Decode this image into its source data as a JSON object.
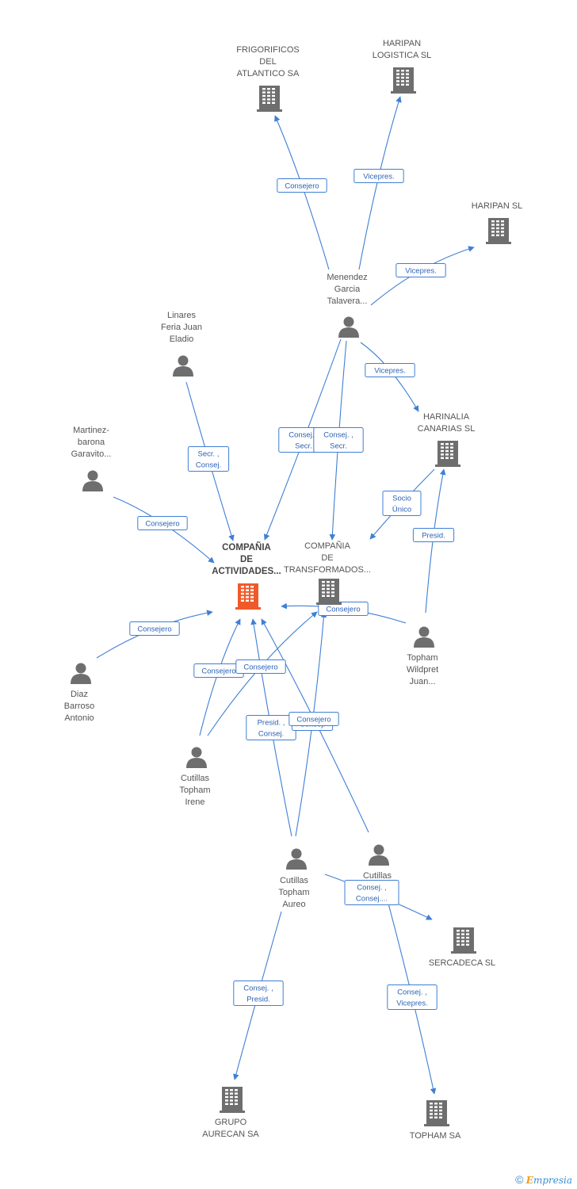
{
  "colors": {
    "main_node": "#f05a2a",
    "company_node": "#6e6e6e",
    "person_node": "#6e6e6e",
    "edge": "#3f7fd4"
  },
  "nodes": [
    {
      "id": "frig",
      "type": "company",
      "lines": [
        "FRIGORIFICOS",
        "DEL",
        "ATLANTICO SA"
      ]
    },
    {
      "id": "hlog",
      "type": "company",
      "lines": [
        "HARIPAN",
        "LOGISTICA SL"
      ]
    },
    {
      "id": "hsl",
      "type": "company",
      "lines": [
        "HARIPAN SL"
      ]
    },
    {
      "id": "mene",
      "type": "person",
      "lines": [
        "Menendez",
        "Garcia",
        "Talavera..."
      ]
    },
    {
      "id": "lina",
      "type": "person",
      "lines": [
        "Linares",
        "Feria Juan",
        "Eladio"
      ]
    },
    {
      "id": "mart",
      "type": "person",
      "lines": [
        "Martinez-",
        "barona",
        "Garavito..."
      ]
    },
    {
      "id": "hcan",
      "type": "company",
      "lines": [
        "HARINALIA",
        "CANARIAS SL"
      ]
    },
    {
      "id": "main",
      "type": "main",
      "lines": [
        "COMPAÑIA",
        "DE",
        "ACTIVIDADES..."
      ]
    },
    {
      "id": "ctra",
      "type": "company",
      "lines": [
        "COMPAÑIA",
        "DE",
        "TRANSFORMADOS..."
      ]
    },
    {
      "id": "diaz",
      "type": "person",
      "lines": [
        "Diaz",
        "Barroso",
        "Antonio"
      ]
    },
    {
      "id": "topj",
      "type": "person",
      "lines": [
        "Topham",
        "Wildpret",
        "Juan..."
      ]
    },
    {
      "id": "cuti",
      "type": "person",
      "lines": [
        "Cutillas",
        "Topham",
        "Irene"
      ]
    },
    {
      "id": "cuta",
      "type": "person",
      "lines": [
        "Cutillas",
        "Topham",
        "Aureo"
      ]
    },
    {
      "id": "cut2",
      "type": "person",
      "lines": [
        "Cutillas"
      ]
    },
    {
      "id": "serc",
      "type": "company",
      "lines": [
        "SERCADECA SL"
      ]
    },
    {
      "id": "grup",
      "type": "company",
      "lines": [
        "GRUPO",
        "AURECAN SA"
      ]
    },
    {
      "id": "tops",
      "type": "company",
      "lines": [
        "TOPHAM SA"
      ]
    }
  ],
  "relations": [
    {
      "from": "mene",
      "to": "frig",
      "lines": [
        "Consejero"
      ]
    },
    {
      "from": "mene",
      "to": "hlog",
      "lines": [
        "Vicepres."
      ]
    },
    {
      "from": "mene",
      "to": "hsl",
      "lines": [
        "Vicepres."
      ]
    },
    {
      "from": "mene",
      "to": "hcan",
      "lines": [
        "Vicepres."
      ]
    },
    {
      "from": "mene",
      "to": "main",
      "lines": [
        "Consej. ,",
        "Secr."
      ]
    },
    {
      "from": "mene",
      "to": "ctra",
      "lines": [
        "Consej. ,",
        "Secr."
      ]
    },
    {
      "from": "lina",
      "to": "main",
      "lines": [
        "Secr. ,",
        "Consej."
      ]
    },
    {
      "from": "mart",
      "to": "main",
      "lines": [
        "Consejero"
      ]
    },
    {
      "from": "hcan",
      "to": "ctra",
      "lines": [
        "Socio",
        "Único"
      ]
    },
    {
      "from": "topj",
      "to": "hcan",
      "lines": [
        "Presid."
      ]
    },
    {
      "from": "topj",
      "to": "main",
      "lines": [
        "Consejero"
      ]
    },
    {
      "from": "diaz",
      "to": "main",
      "lines": [
        "Consejero"
      ]
    },
    {
      "from": "cuti",
      "to": "main",
      "lines": [
        "Consejero"
      ]
    },
    {
      "from": "cuti",
      "to": "ctra",
      "lines": [
        "Consejero"
      ]
    },
    {
      "from": "cuta",
      "to": "main",
      "lines": [
        "Presid. ,",
        "Consej."
      ]
    },
    {
      "from": "cuta",
      "to": "ctra",
      "lines": [
        "Consej."
      ]
    },
    {
      "from": "cut2",
      "to": "main",
      "lines": [
        "Consejero"
      ]
    },
    {
      "from": "cuta",
      "to": "serc",
      "lines": [
        "Consej. ,",
        "Consej...."
      ]
    },
    {
      "from": "cuta",
      "to": "grup",
      "lines": [
        "Consej. ,",
        "Presid."
      ]
    },
    {
      "from": "cut2",
      "to": "tops",
      "lines": [
        "Consej. ,",
        "Vicepres."
      ]
    }
  ],
  "footer": {
    "copyright": "©",
    "brand_first": "E",
    "brand_rest": "mpresia"
  }
}
